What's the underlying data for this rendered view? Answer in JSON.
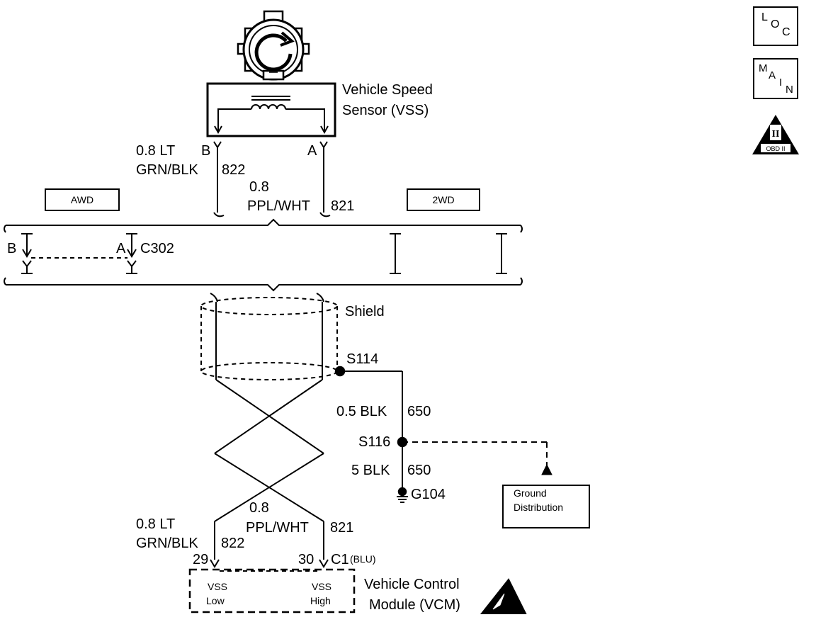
{
  "sensor": {
    "title_line1": "Vehicle Speed",
    "title_line2": "Sensor (VSS)"
  },
  "wires": {
    "w822_gauge_top": "0.8 LT",
    "w822_color_top": "GRN/BLK",
    "w822_circuit_top": "822",
    "w821_gauge_top": "0.8",
    "w821_color_top": "PPL/WHT",
    "w821_circuit_top": "821",
    "w822_gauge_bottom": "0.8 LT",
    "w822_color_bottom": "GRN/BLK",
    "w822_circuit_bottom": "822",
    "w821_gauge_bottom": "0.8",
    "w821_color_bottom": "PPL/WHT",
    "w821_circuit_bottom": "821"
  },
  "pins": {
    "sensor_b": "B",
    "sensor_a": "A",
    "c302_b": "B",
    "c302_a": "A",
    "vcm_29": "29",
    "vcm_30": "30"
  },
  "connectors": {
    "c302": "C302",
    "c1": "C1",
    "c1_color": "(BLU)"
  },
  "variants": {
    "awd": "AWD",
    "twowd": "2WD"
  },
  "shield": "Shield",
  "splices": {
    "s114": "S114",
    "s116": "S116"
  },
  "ground_wires": {
    "upper_gauge_color": "0.5 BLK",
    "upper_circuit": "650",
    "lower_gauge_color": "5 BLK",
    "lower_circuit": "650",
    "ground": "G104"
  },
  "ground_distribution": {
    "line1": "Ground",
    "line2": "Distribution"
  },
  "vcm": {
    "title_line1": "Vehicle Control",
    "title_line2": "Module (VCM)",
    "vss_low_line1": "VSS",
    "vss_low_line2": "Low",
    "vss_high_line1": "VSS",
    "vss_high_line2": "High"
  },
  "side_buttons": {
    "loc": {
      "letters": [
        "L",
        "O",
        "C"
      ]
    },
    "main": {
      "letters": [
        "M",
        "A",
        "I",
        "N"
      ]
    },
    "obd": {
      "numeral": "II",
      "label": "OBD II"
    }
  },
  "icons": {
    "gear": "gear-icon",
    "esd": "esd-warning-icon",
    "obd": "obd-warning-icon"
  }
}
